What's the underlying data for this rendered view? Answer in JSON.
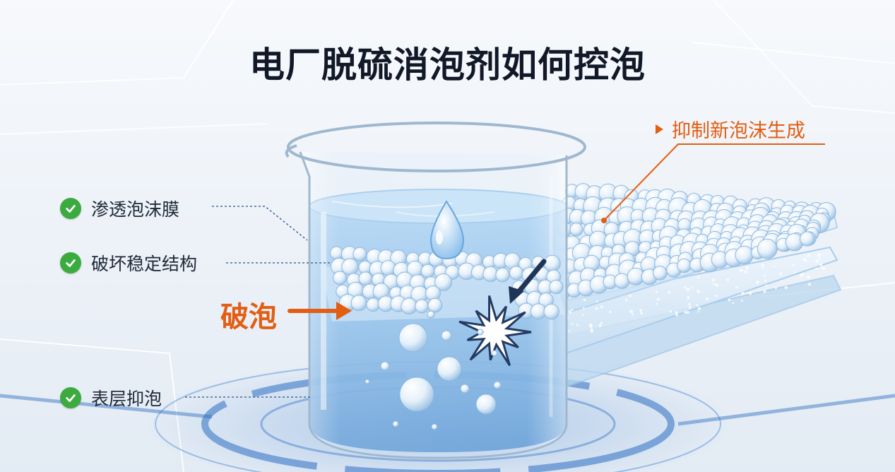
{
  "title": "电厂脱硫消泡剂如何控泡",
  "labels": {
    "left": [
      "渗透泡沫膜",
      "破坏稳定结构",
      "表层抑泡"
    ],
    "break": "破泡",
    "top_right": "抑制新泡沫生成"
  },
  "icons": {
    "check": "check-circle-icon",
    "droplet": "water-drop-icon",
    "burst": "burst-icon",
    "marker": "triangle-marker-icon"
  },
  "colors": {
    "accent": "#e35d12",
    "check": "#3cab3f",
    "water": "#7fb6e6",
    "title": "#111827"
  }
}
